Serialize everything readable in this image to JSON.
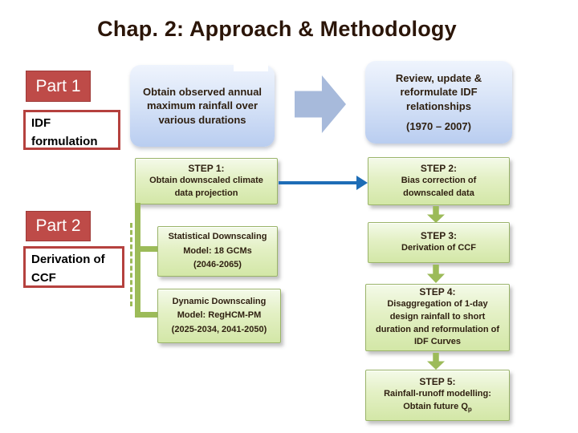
{
  "slide": {
    "title": "Chap. 2: Approach & Methodology"
  },
  "parts": {
    "part1_label": "Part 1",
    "part1_box_text": "IDF formulation",
    "part2_label": "Part 2",
    "part2_box_text": "Derivation of CCF"
  },
  "top_row": {
    "obtain_box_text": "Obtain observed annual maximum rainfall over various durations",
    "review_box_line1": "Review, update & reformulate IDF relationships",
    "review_box_line2": "(1970 – 2007)"
  },
  "steps": {
    "step1_label": "STEP 1:",
    "step1_body": "Obtain downscaled climate data projection",
    "step2_label": "STEP 2:",
    "step2_body": "Bias correction of downscaled data",
    "step3_label": "STEP 3:",
    "step3_body": "Derivation of CCF",
    "step4_label": "STEP 4:",
    "step4_body": "Disaggregation of 1-day design rainfall to short duration and reformulation of IDF Curves",
    "step5_label": "STEP 5:",
    "step5_body_line1": "Rainfall-runoff modelling:",
    "step5_body_line2_text": "Obtain future Q",
    "step5_body_line2_sub": "p"
  },
  "downscaling": {
    "statistical_line1": "Statistical Downscaling",
    "statistical_line2": "Model: 18 GCMs",
    "statistical_line3": "(2046-2065)",
    "dynamic_line1": "Dynamic Downscaling",
    "dynamic_line2": "Model: RegHCM-PM",
    "dynamic_line3": "(2025-2034, 2041-2050)"
  },
  "colors": {
    "accent_red": "#be4b48",
    "accent_red_border": "#9e3a38",
    "title_text": "#2b1508",
    "box_text": "#2e1f10",
    "green_border": "#9ab469",
    "arrow_green": "#9cbb59",
    "arrow_blue": "#1e6db6",
    "block_arrow_blue": "#a7badb"
  }
}
